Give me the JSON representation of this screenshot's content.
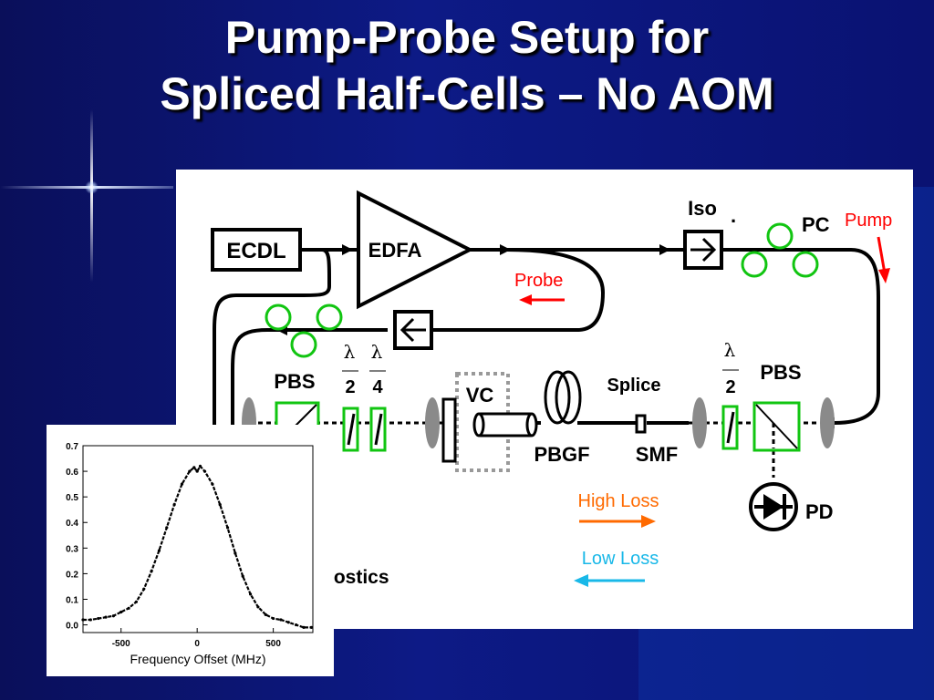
{
  "slide": {
    "title_line1": "Pump-Probe Setup for",
    "title_line2": "Spliced Half-Cells – No AOM"
  },
  "diagram": {
    "labels": {
      "ecdl": "ECDL",
      "edfa": "EDFA",
      "iso": "Iso",
      "iso_dot": ".",
      "pc": "PC",
      "pump": "Pump",
      "probe": "Probe",
      "pbs_left": "PBS",
      "pbs_right": "PBS",
      "lambda": "λ",
      "half": "2",
      "quarter": "4",
      "vc": "VC",
      "splice": "Splice",
      "pbgf": "PBGF",
      "smf": "SMF",
      "pd": "PD",
      "high_loss": "High Loss",
      "low_loss": "Low Loss",
      "diagnostics_partial": "nostics"
    },
    "colors": {
      "pump": "#ff0000",
      "probe": "#ff0000",
      "high_loss": "#ff6a00",
      "low_loss": "#19b8e8",
      "optic_green": "#11c511",
      "lens_gray": "#8a8a8a"
    }
  },
  "chart_data": {
    "type": "line",
    "title": "",
    "xlabel": "Frequency Offset (MHz)",
    "ylabel": "",
    "xlim": [
      -750,
      760
    ],
    "ylim": [
      -0.03,
      0.7
    ],
    "x_ticks": [
      -500,
      0,
      500
    ],
    "y_ticks": [
      0.0,
      0.1,
      0.2,
      0.3,
      0.4,
      0.5,
      0.6,
      0.7
    ],
    "x_tick_labels": [
      "-500",
      "0",
      "500"
    ],
    "y_tick_labels": [
      "0.0",
      "0.1",
      "0.2",
      "0.3",
      "0.4",
      "0.5",
      "0.6",
      "0.7"
    ],
    "series": [
      {
        "x": [
          -750,
          -700,
          -650,
          -600,
          -550,
          -500,
          -450,
          -400,
          -350,
          -300,
          -250,
          -200,
          -150,
          -100,
          -50,
          -20,
          0,
          20,
          50,
          100,
          150,
          200,
          250,
          300,
          350,
          400,
          450,
          500,
          550,
          600,
          650,
          700,
          750
        ],
        "values": [
          0.02,
          0.02,
          0.025,
          0.03,
          0.035,
          0.05,
          0.065,
          0.09,
          0.14,
          0.21,
          0.29,
          0.38,
          0.47,
          0.55,
          0.6,
          0.615,
          0.6,
          0.62,
          0.6,
          0.55,
          0.47,
          0.38,
          0.28,
          0.19,
          0.12,
          0.07,
          0.04,
          0.025,
          0.02,
          0.01,
          0.0,
          -0.01,
          -0.01
        ]
      }
    ]
  }
}
